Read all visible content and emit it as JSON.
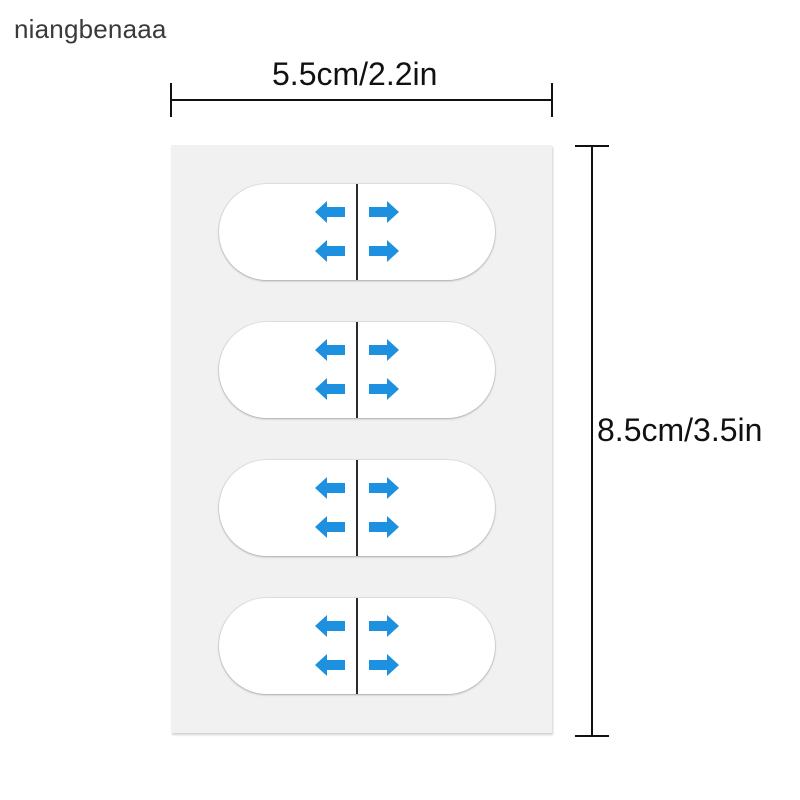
{
  "watermark": "niangbenaaa",
  "dimensions": {
    "width_label": "5.5cm/2.2in",
    "height_label": "8.5cm/3.5in"
  },
  "product": {
    "pad_count": 4,
    "arrows_per_pad": [
      "left",
      "right",
      "left",
      "right"
    ],
    "arrow_color": "#1e90e0",
    "sheet_color": "#f1f1f1",
    "pad_color": "#ffffff"
  }
}
